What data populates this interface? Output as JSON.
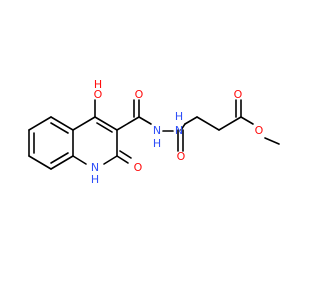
{
  "molecule": {
    "labels": {
      "hydroxyl_o": "O",
      "hydroxyl_h": "H",
      "carbonyl_top_o": "O",
      "hydrazide_nh_1_n": "N",
      "hydrazide_nh_1_h": "H",
      "hydrazide_nh_2_n": "N",
      "hydrazide_nh_2_h": "H",
      "amide_carbonyl_o": "O",
      "ring_nh_h": "H",
      "ring_nh_n": "N",
      "ring_carbonyl_o": "O",
      "ester_carbonyl_o": "O",
      "ester_oxygen": "O"
    },
    "colors": {
      "bond": "#000000",
      "oxygen": "#ff0d0d",
      "nitrogen": "#3050f8"
    }
  }
}
